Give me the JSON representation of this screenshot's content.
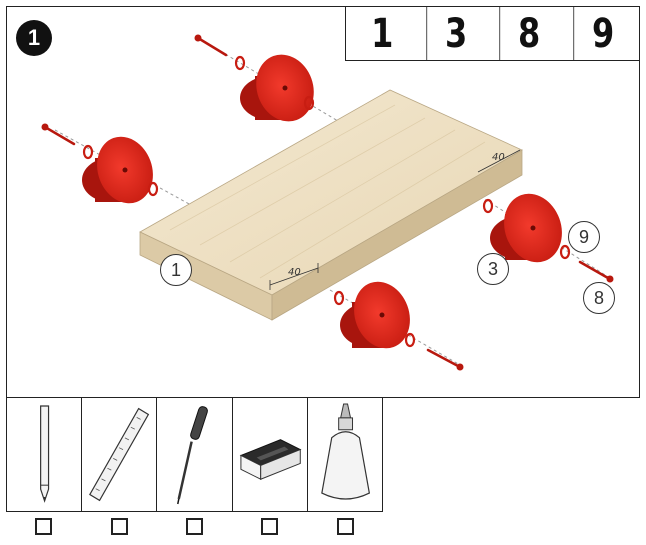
{
  "step": {
    "number": "1"
  },
  "parts_list": [
    "1",
    "3",
    "8",
    "9"
  ],
  "callouts": {
    "board": "1",
    "wheel": "3",
    "washer": "9",
    "screw": "8"
  },
  "dimensions": {
    "front": "40",
    "side": "40"
  },
  "tools": [
    {
      "name": "pencil",
      "icon": "pencil-icon",
      "checked": false
    },
    {
      "name": "ruler",
      "icon": "ruler-icon",
      "checked": false
    },
    {
      "name": "screwdriver",
      "icon": "screwdriver-icon",
      "checked": false
    },
    {
      "name": "eraser",
      "icon": "eraser-icon",
      "checked": false
    },
    {
      "name": "glue",
      "icon": "glue-bottle-icon",
      "checked": false
    }
  ],
  "colors": {
    "wheel": "#e0261b",
    "wheel_dark": "#a8150d",
    "wood_top": "#efe2c8",
    "wood_side": "#dccaa6",
    "outline": "#222222"
  }
}
